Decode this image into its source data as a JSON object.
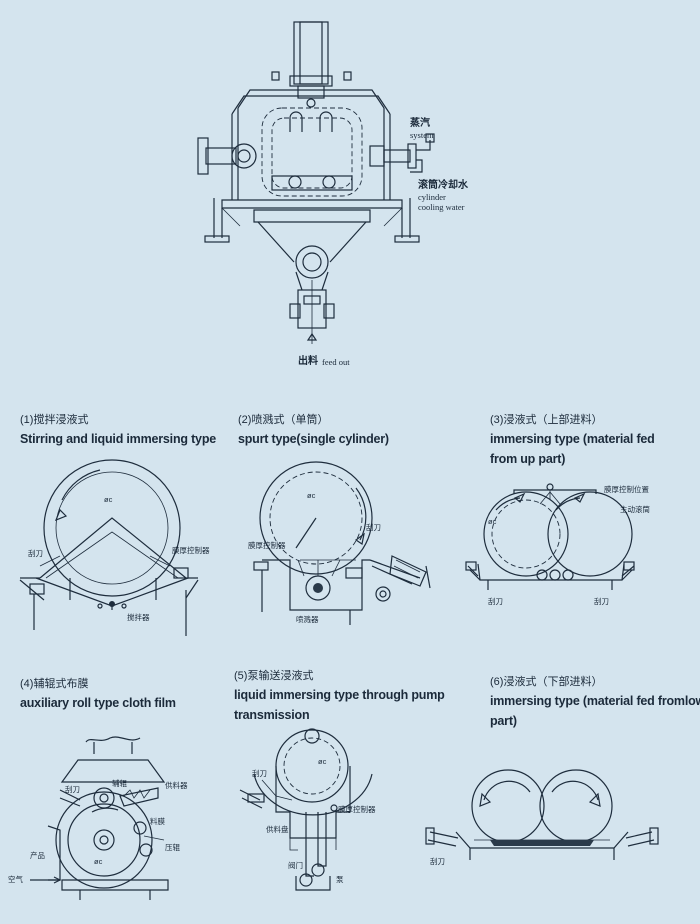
{
  "main_diagram": {
    "steam_cn": "蒸汽",
    "steam_en": "system",
    "cooling_cn": "滚筒冷却水",
    "cooling_en_1": "cylinder",
    "cooling_en_2": "cooling water",
    "feed_out_cn": "出料",
    "feed_out_en": "feed out"
  },
  "panels": [
    {
      "title_cn": "(1)搅拌浸液式",
      "title_en": [
        "Stirring and liquid immersing type"
      ],
      "labels": {
        "oc": "øc",
        "scraper": "刮刀",
        "thickness": "膜厚控制器",
        "stirrer": "搅拌器"
      }
    },
    {
      "title_cn": "(2)喷溅式（单筒）",
      "title_en": [
        "spurt type(single cylinder)"
      ],
      "labels": {
        "oc": "øc",
        "scraper": "刮刀",
        "thickness": "膜厚控制器",
        "sprayer": "喷溅器"
      }
    },
    {
      "title_cn": "(3)浸液式（上部进料）",
      "title_en": [
        "immersing type (material fed",
        "from up part)"
      ],
      "labels": {
        "oc": "øc",
        "thickness_pos": "膜厚控制位置",
        "driven_roll": "主动滚筒",
        "scraper_l": "刮刀",
        "scraper_r": "刮刀"
      }
    },
    {
      "title_cn": "(4)辅辊式布膜",
      "title_en": [
        "auxiliary roll type cloth film"
      ],
      "labels": {
        "oc": "øc",
        "aux_roll": "辅辊",
        "feeder": "供料器",
        "scraper": "刮刀",
        "film": "料膜",
        "press_roll": "压辊",
        "product": "产品",
        "air": "空气"
      }
    },
    {
      "title_cn": "(5)泵输送浸液式",
      "title_en": [
        "liquid immersing type through pump",
        "transmission"
      ],
      "labels": {
        "oc": "øc",
        "scraper": "刮刀",
        "thickness": "膜厚控制器",
        "feed_tray": "供料盘",
        "valve": "阀门",
        "pump": "泵"
      }
    },
    {
      "title_cn": "(6)浸液式（下部进料）",
      "title_en": [
        "immersing type (material fed fromlow",
        "part)"
      ],
      "labels": {
        "scraper": "刮刀"
      }
    }
  ]
}
